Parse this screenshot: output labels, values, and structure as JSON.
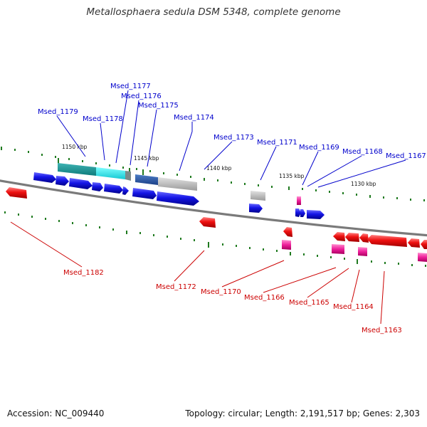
{
  "title": "Metallosphaera sedula DSM 5348, complete genome",
  "footer": {
    "accession": "Accession: NC_009440",
    "summary": "Topology: circular; Length: 2,191,517 bp; Genes: 2,303"
  },
  "colors": {
    "backbone": "#777777",
    "ruler_ticks": "#1f7a1f",
    "forward_label": "#0000cc",
    "reverse_label": "#cc0000"
  },
  "ruler_labels": [
    "1150 kbp",
    "1145 kbp",
    "1140 kbp",
    "1135 kbp",
    "1130 kbp"
  ],
  "forward_genes": [
    "Msed_1179",
    "Msed_1178",
    "Msed_1177",
    "Msed_1176",
    "Msed_1175",
    "Msed_1174",
    "Msed_1173",
    "Msed_1171",
    "Msed_1169",
    "Msed_1168",
    "Msed_1167"
  ],
  "reverse_genes": [
    "Msed_1182",
    "Msed_1172",
    "Msed_1170",
    "Msed_1166",
    "Msed_1165",
    "Msed_1164",
    "Msed_1163"
  ]
}
